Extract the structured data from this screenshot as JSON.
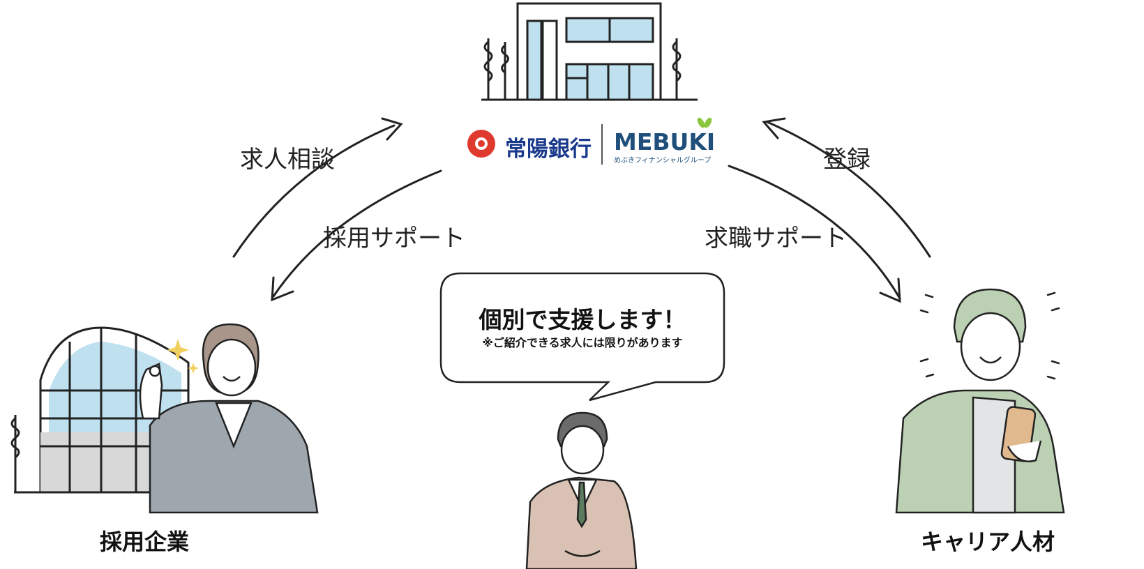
{
  "logo": {
    "bank_name": "常陽銀行",
    "group_name": "MEBUKI",
    "group_subtitle": "めぶきフィナンシャルグループ",
    "colors": {
      "sun": "#e03a2e",
      "navy": "#1a3a8c",
      "group": "#1f4f7a",
      "leaf": "#8cc63f"
    }
  },
  "arrows": {
    "top_left": "求人相談",
    "inner_left": "採用サポート",
    "inner_right": "求職サポート",
    "top_right": "登録"
  },
  "bubble": {
    "main": "個別で支援します！",
    "note": "※ご紹介できる求人には限りがあります"
  },
  "roles": {
    "company": "採用企業",
    "talent": "キャリア人材"
  },
  "colors": {
    "building_glass": "#bfe0ee",
    "suit_gray": "#9ea6ae",
    "suit_beige": "#d9c2b4",
    "jacket_green": "#bcd0b3",
    "line": "#222222"
  }
}
